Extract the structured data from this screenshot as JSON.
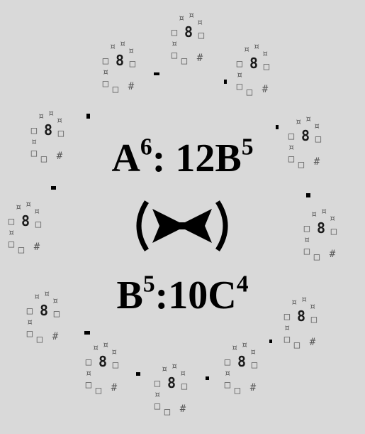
{
  "equations": {
    "top": {
      "base": "A",
      "sup": "6",
      "sep": ": ",
      "coef": "12B",
      "coef_sup": "5"
    },
    "bottom": {
      "base": "B",
      "sup": "5",
      "sep": ":",
      "coef": "10C",
      "coef_sup": "4"
    }
  },
  "center_symbol": "(>-<)",
  "colors": {
    "background": "#d9d9d9",
    "ink": "#000000",
    "glyph": "#5a5a5a"
  },
  "cluster_glyphs": [
    "¤",
    "¤",
    "¤",
    "□",
    "8",
    "□",
    "¤",
    "□",
    "□",
    "#"
  ]
}
